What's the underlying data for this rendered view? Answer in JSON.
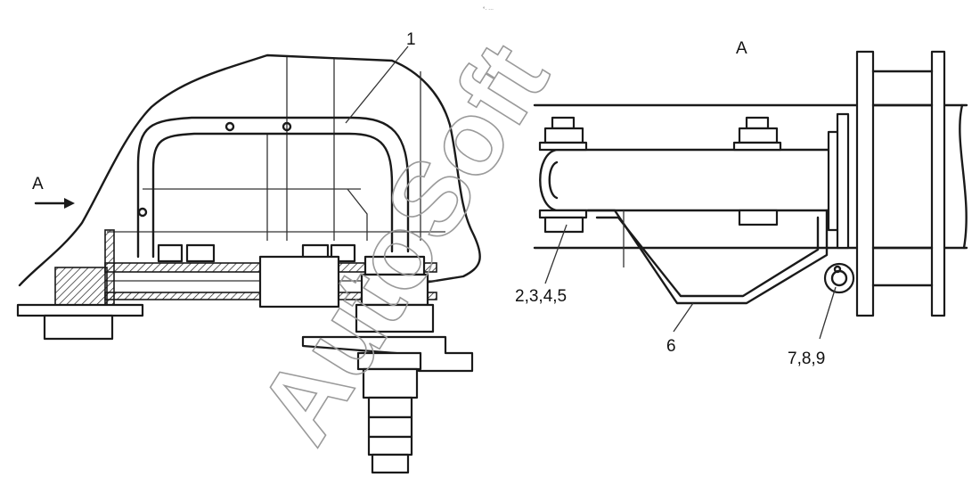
{
  "header_mark": "°· ···",
  "labels": {
    "view_a_arrow": "A",
    "view_a_title": "A",
    "part_1": "1",
    "part_2_5": "2,3,4,5",
    "part_6": "6",
    "part_7_9": "7,8,9"
  },
  "watermark": "AutoSoft"
}
